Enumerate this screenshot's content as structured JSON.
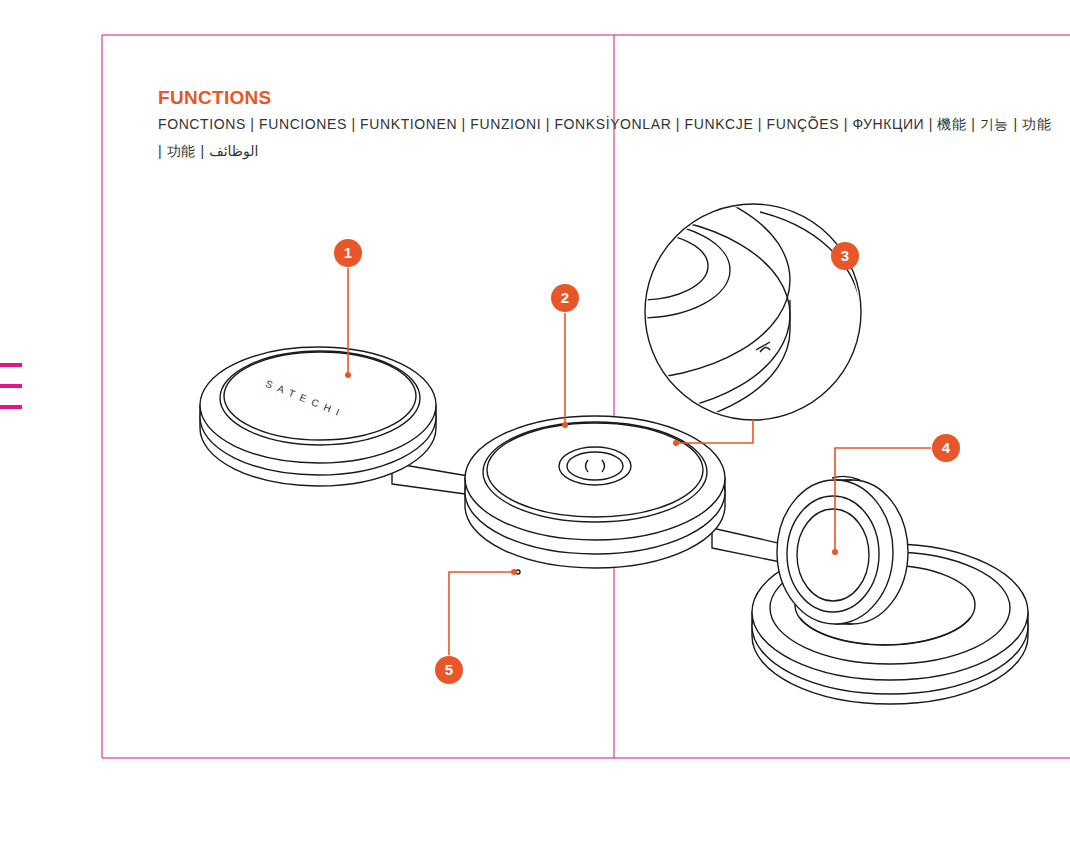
{
  "diagram": {
    "title": "FUNCTIONS",
    "labels": [
      "FONCTIONS | FUNCIONES | FUNKTIONEN | FUNZIONI | FONKSİYONLAR | FUNKCJE | FUNÇÕES | ФУНКЦИИ | 機能 | 기능 | 功能 | 功能 | الوظائف",
      "1",
      "2",
      "3",
      "4",
      "5",
      "SATECHI"
    ]
  }
}
